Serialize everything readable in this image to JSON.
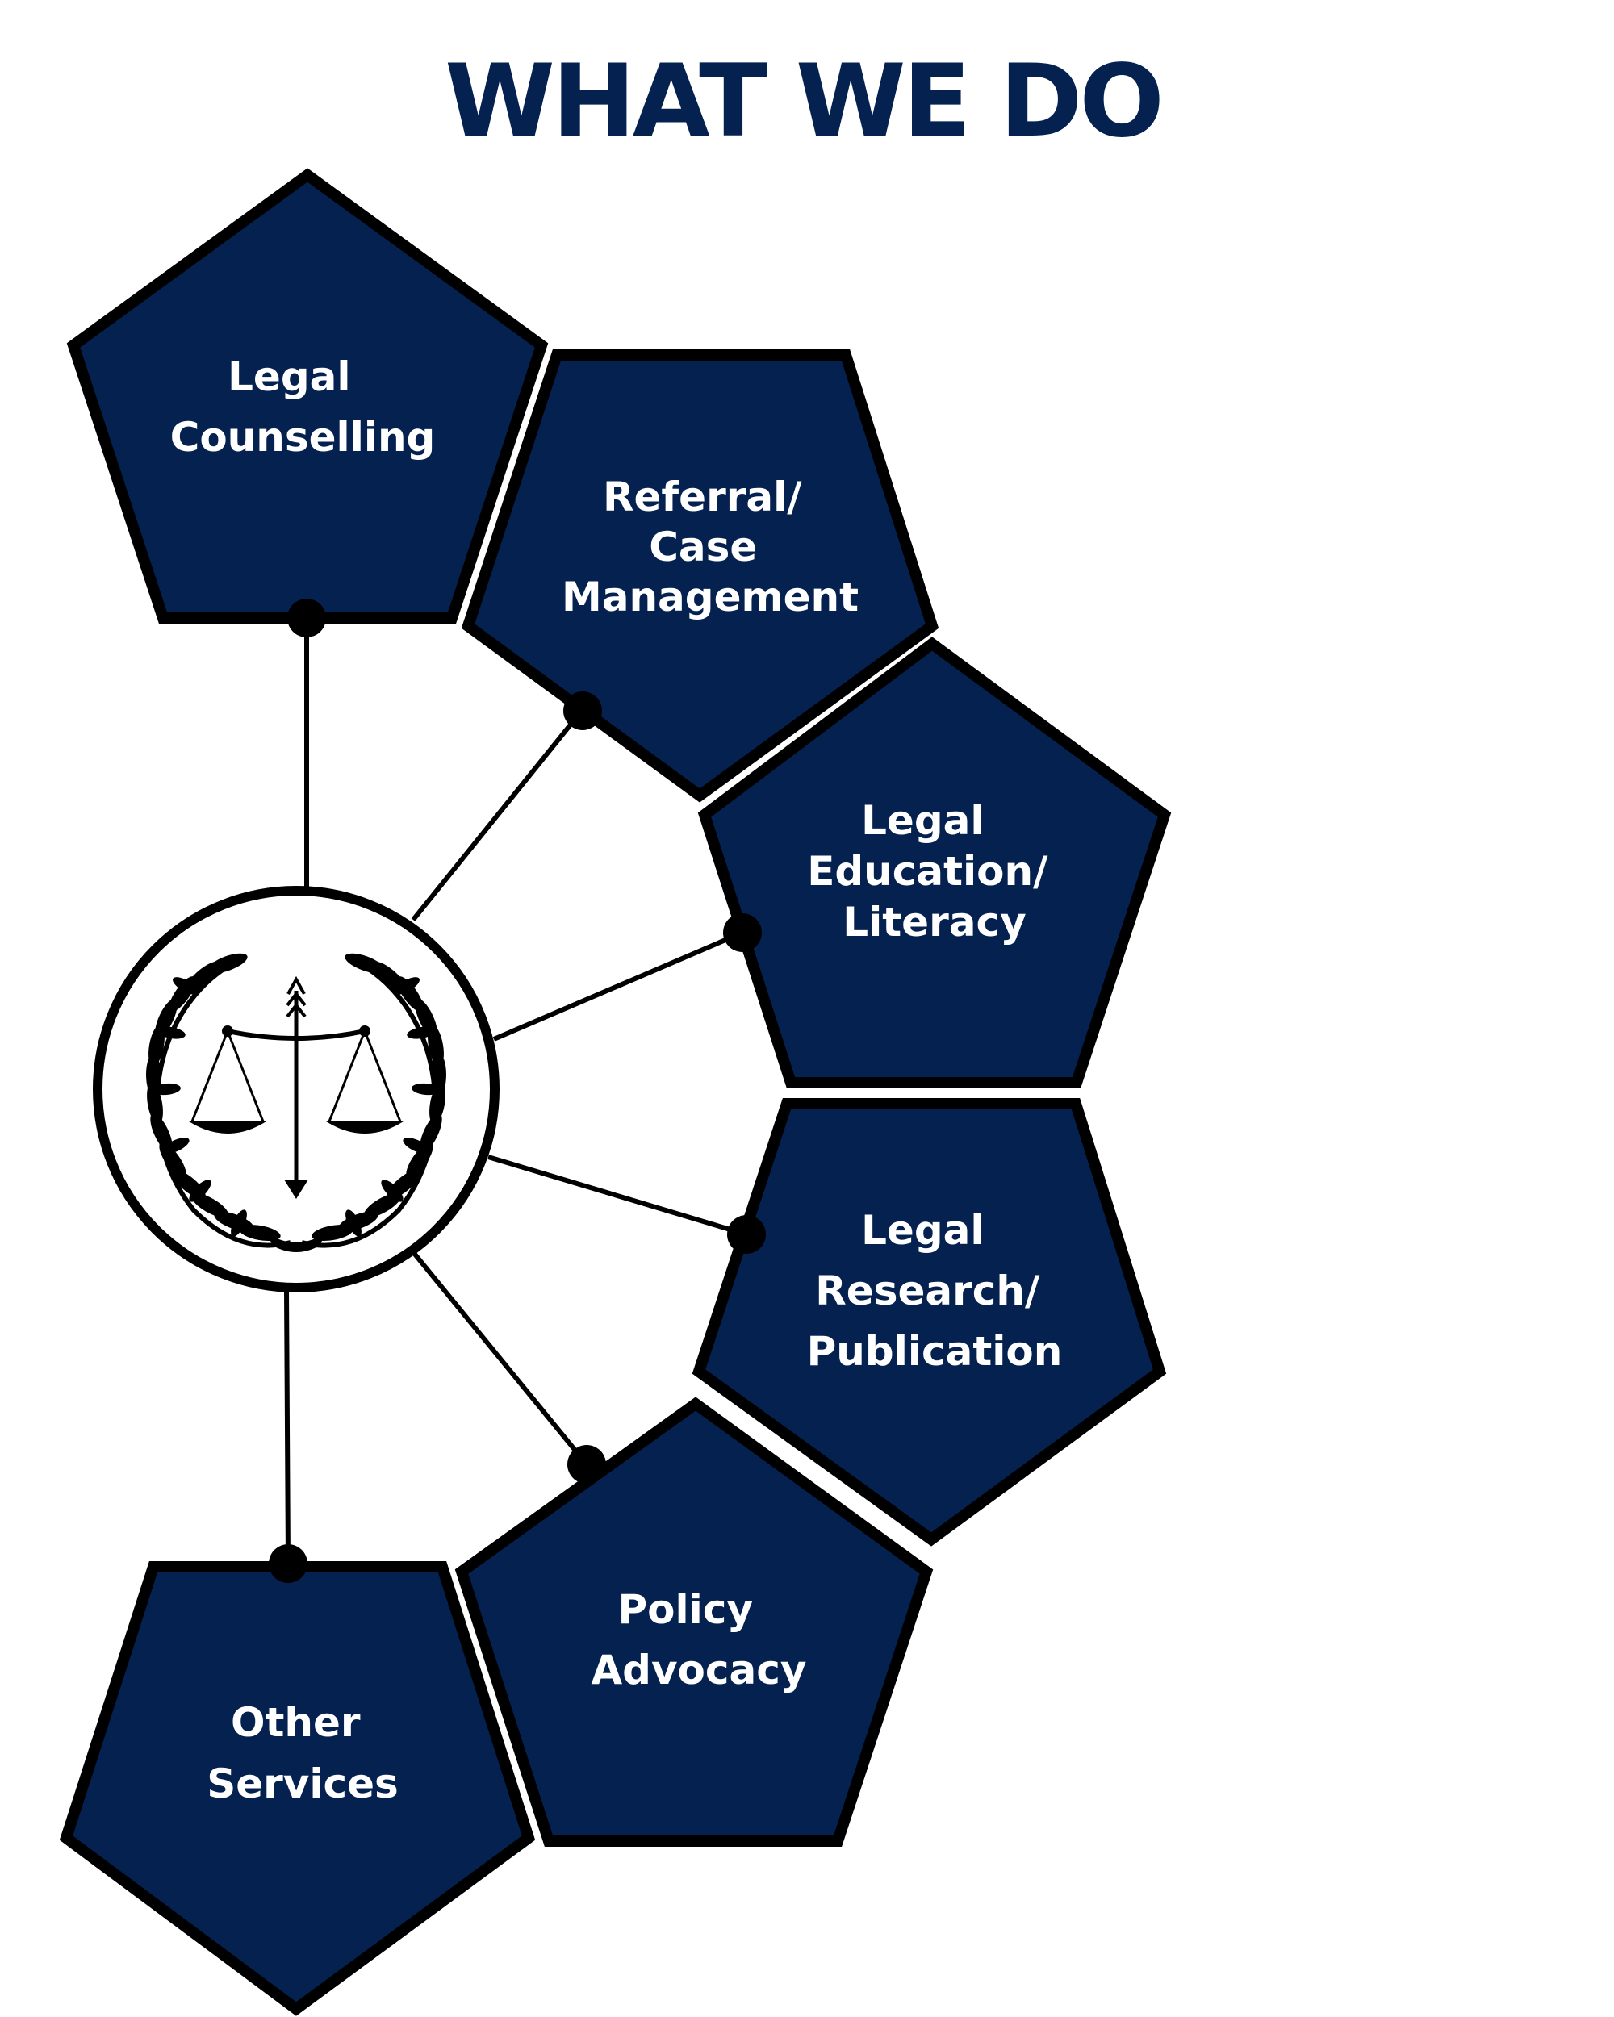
{
  "title": "WHAT WE DO",
  "colors": {
    "navy": "#05214f",
    "outline": "#000000",
    "background": "#ffffff"
  },
  "center_emblem": {
    "icon": "scales-of-justice-laurel-icon"
  },
  "services": [
    {
      "id": "legal-counselling",
      "lines": [
        "Legal",
        "Counselling"
      ]
    },
    {
      "id": "referral-case-management",
      "lines": [
        "Referral/",
        "Case",
        "Management"
      ]
    },
    {
      "id": "legal-education-literacy",
      "lines": [
        "Legal",
        "Education/",
        "Literacy"
      ]
    },
    {
      "id": "legal-research-publication",
      "lines": [
        "Legal",
        "Research/",
        "Publication"
      ]
    },
    {
      "id": "policy-advocacy",
      "lines": [
        "Policy",
        "Advocacy"
      ]
    },
    {
      "id": "other-services",
      "lines": [
        "Other",
        "Services"
      ]
    }
  ]
}
